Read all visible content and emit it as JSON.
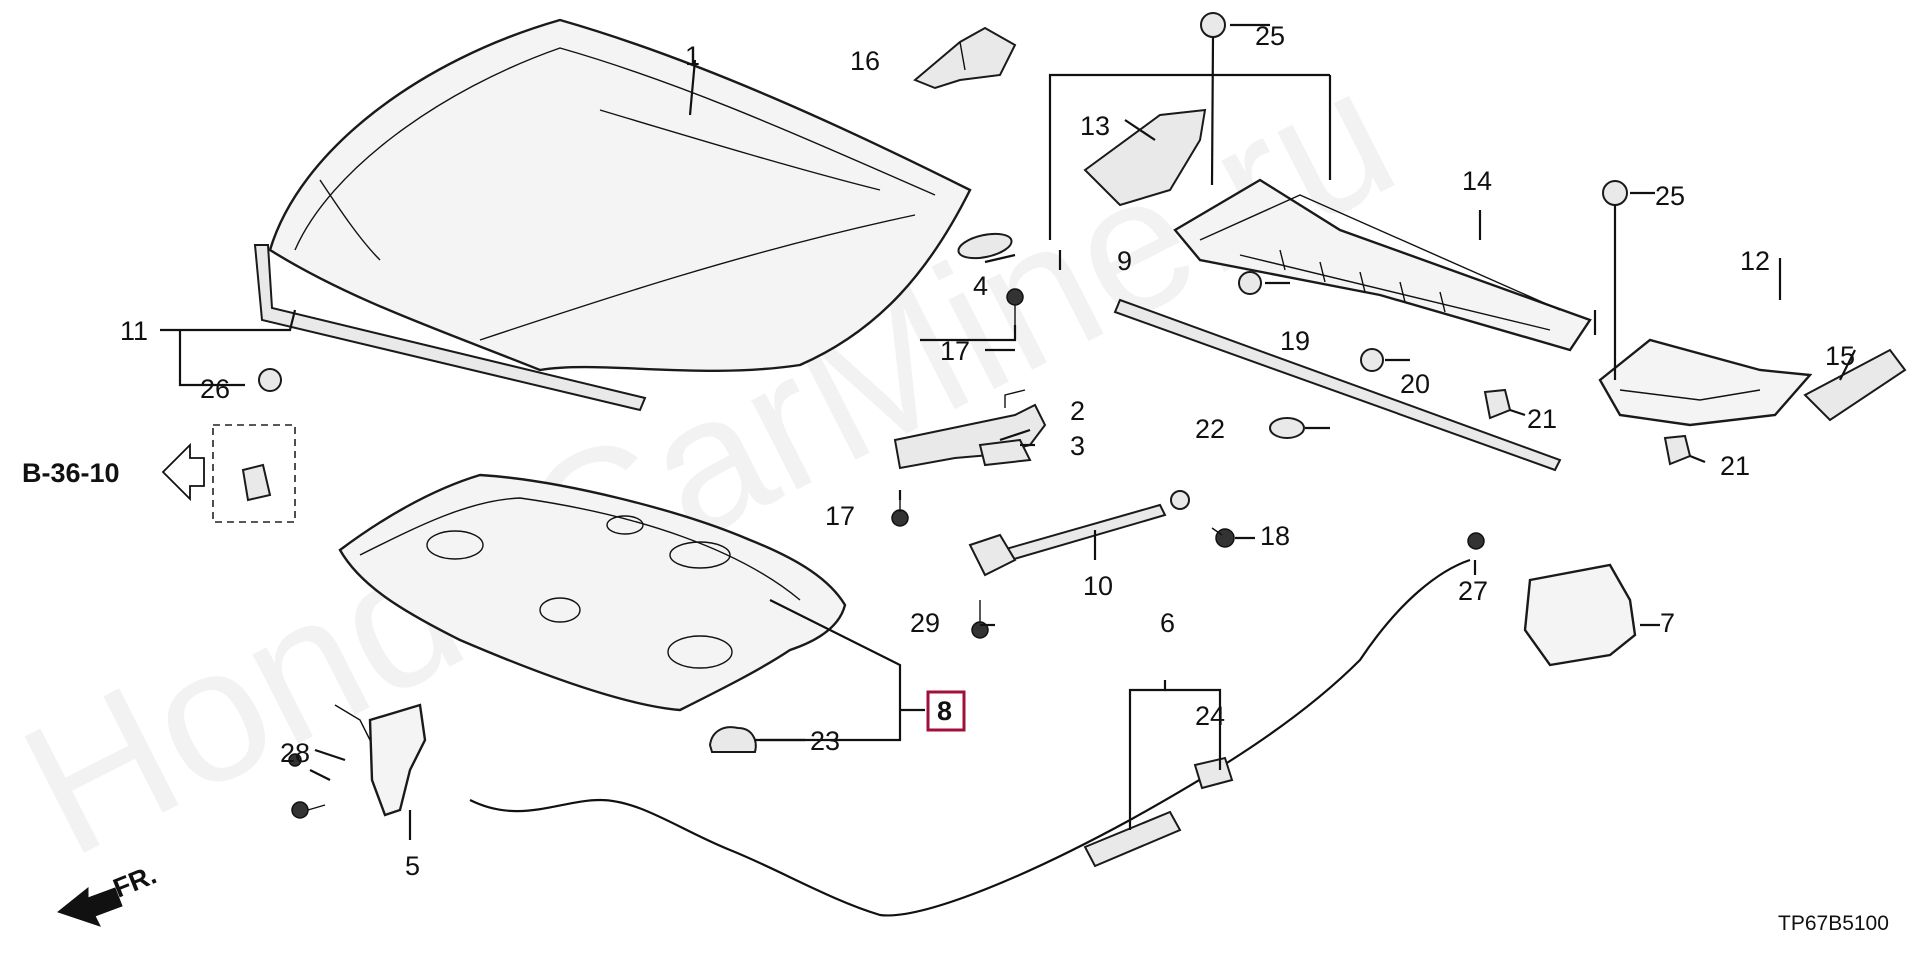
{
  "watermark": "HondaCarMine.ru",
  "ref_section": "B-36-10",
  "front_marker": "FR.",
  "diagram_code": "TP67B5100",
  "callouts": {
    "c1": "1",
    "c2": "2",
    "c3": "3",
    "c4": "4",
    "c5": "5",
    "c6": "6",
    "c7": "7",
    "c8": "8",
    "c9": "9",
    "c10": "10",
    "c11": "11",
    "c12": "12",
    "c13": "13",
    "c14": "14",
    "c15": "15",
    "c16": "16",
    "c17a": "17",
    "c17b": "17",
    "c18": "18",
    "c19": "19",
    "c20": "20",
    "c21a": "21",
    "c21b": "21",
    "c22": "22",
    "c23": "23",
    "c24": "24",
    "c25a": "25",
    "c25b": "25",
    "c26": "26",
    "c27": "27",
    "c28": "28",
    "c29": "29"
  },
  "highlight_color": "#a0103a"
}
